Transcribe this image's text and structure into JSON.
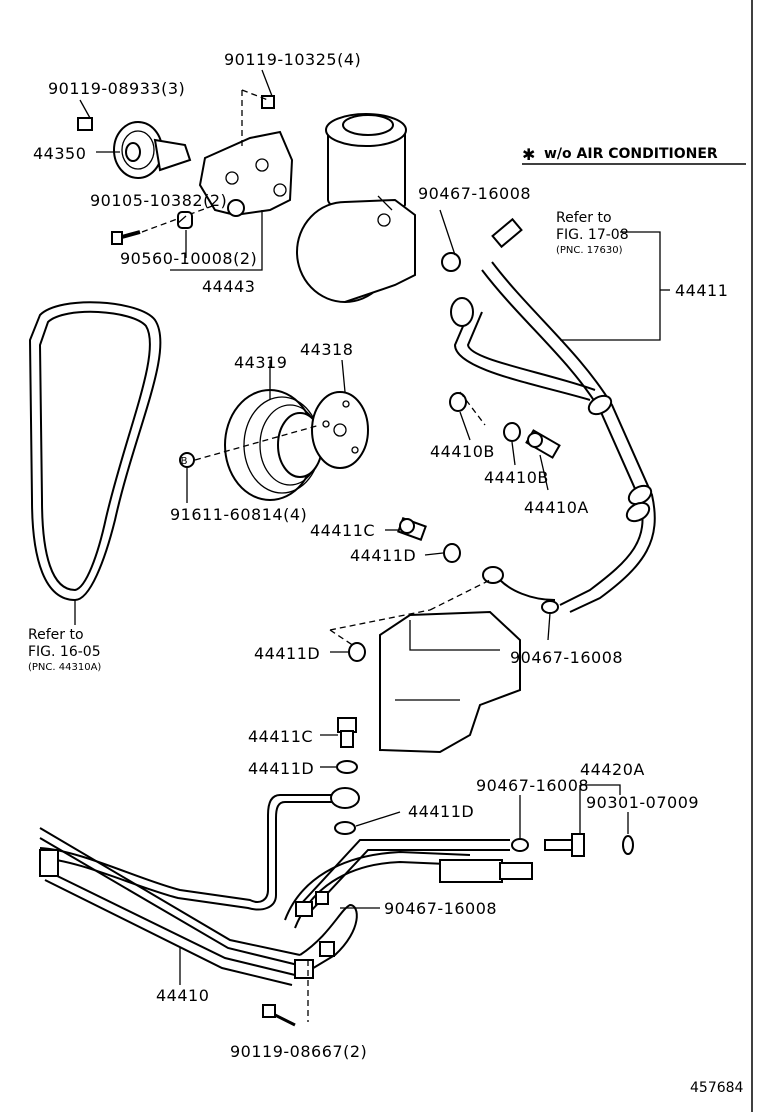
{
  "labels": {
    "p_90119_10325": "90119-10325(4)",
    "p_90119_08933": "90119-08933(3)",
    "p_44350": "44350",
    "p_90105_10382": "90105-10382(2)",
    "p_90560_10008": "90560-10008(2)",
    "p_44443": "44443",
    "note_ac": "w/o AIR CONDITIONER",
    "p_90467_top": "90467-16008",
    "refer_1708_a": "Refer to",
    "refer_1708_b": "FIG. 17-08",
    "refer_1708_c": "(PNC. 17630)",
    "p_44411": "44411",
    "p_44319": "44319",
    "p_44318": "44318",
    "p_44410B_1": "44410B",
    "p_44410B_2": "44410B",
    "p_44410A": "44410A",
    "p_91611": "91611-60814(4)",
    "p_44411C_1": "44411C",
    "p_44411D_1": "44411D",
    "refer_1605_a": "Refer to",
    "refer_1605_b": "FIG. 16-05",
    "refer_1605_c": "(PNC. 44310A)",
    "p_44411D_2": "44411D",
    "p_90467_mid": "90467-16008",
    "p_44411C_2": "44411C",
    "p_44411D_3": "44411D",
    "p_44420A": "44420A",
    "p_90467_low": "90467-16008",
    "p_90301": "90301-07009",
    "p_44411D_4": "44411D",
    "p_90467_bottom": "90467-16008",
    "p_44410": "44410",
    "p_90119_08667": "90119-08667(2)",
    "illus_no": "457684"
  },
  "icons": {
    "note_marker": "asterisk-mark"
  }
}
